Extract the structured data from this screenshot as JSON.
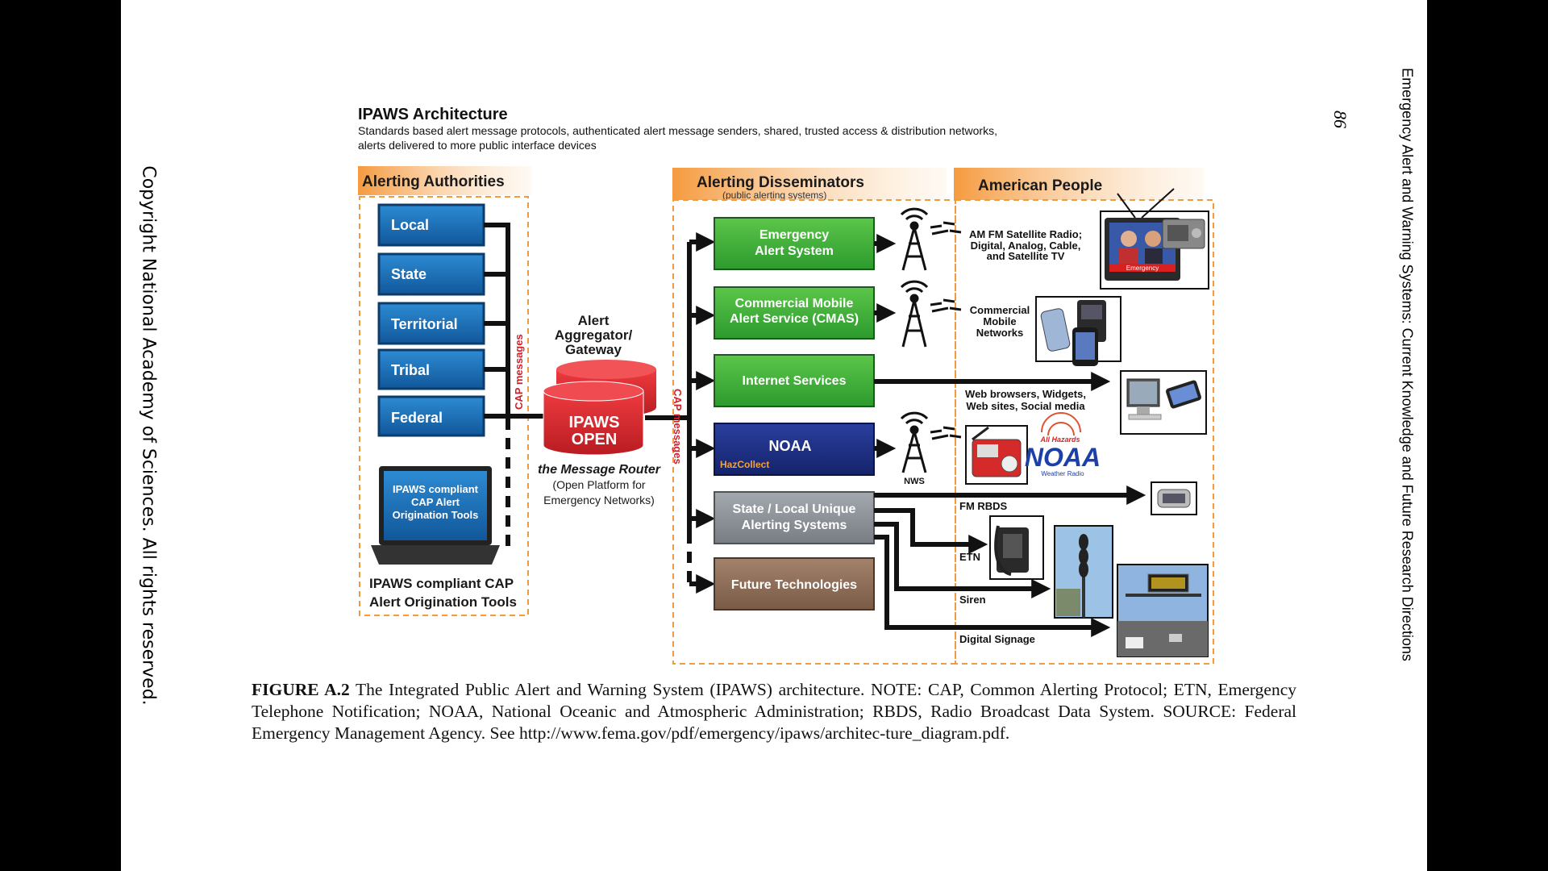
{
  "sidebar_copyright": "Copyright National Academy of Sciences. All rights reserved.",
  "running_head": "Emergency Alert and Warning Systems: Current Knowledge and Future Research Directions",
  "page_number": "86",
  "diagram": {
    "title": "IPAWS Architecture",
    "subtitle_line1": "Standards based alert message protocols, authenticated alert message senders, shared, trusted access & distribution networks,",
    "subtitle_line2": "alerts delivered to more public interface devices",
    "authorities": {
      "header": "Alerting Authorities",
      "items": [
        "Local",
        "State",
        "Territorial",
        "Tribal",
        "Federal"
      ],
      "laptop_label_1": "IPAWS compliant",
      "laptop_label_2": "CAP Alert",
      "laptop_label_3": "Origination Tools",
      "tools_caption_1": "IPAWS compliant CAP",
      "tools_caption_2": "Alert Origination Tools",
      "cap_label": "CAP messages"
    },
    "gateway": {
      "title_1": "Alert",
      "title_2": "Aggregator/",
      "title_3": "Gateway",
      "db_label_1": "IPAWS",
      "db_label_2": "OPEN",
      "router": "the Message Router",
      "router_sub_1": "(Open Platform for",
      "router_sub_2": "Emergency Networks)",
      "cap_label": "CAP messages"
    },
    "disseminators": {
      "header": "Alerting Disseminators",
      "subheader": "(public alerting systems)",
      "eas_1": "Emergency",
      "eas_2": "Alert System",
      "cmas_1": "Commercial Mobile",
      "cmas_2": "Alert Service (CMAS)",
      "internet": "Internet Services",
      "noaa": "NOAA",
      "hazcollect": "HazCollect",
      "state_1": "State / Local Unique",
      "state_2": "Alerting Systems",
      "future": "Future Technologies"
    },
    "people": {
      "header": "American People",
      "radio_1": "AM FM Satellite Radio;",
      "radio_2": "Digital, Analog, Cable,",
      "radio_3": "and Satellite TV",
      "tv_banner": "Emergency",
      "mobile_1": "Commercial",
      "mobile_2": "Mobile",
      "mobile_3": "Networks",
      "web_1": "Web browsers, Widgets,",
      "web_2": "Web sites, Social media",
      "nws": "NWS",
      "noaa_logo_top": "All Hazards",
      "noaa_logo": "NOAA",
      "noaa_logo_sub": "Weather Radio",
      "fm_rbds": "FM RBDS",
      "etn": "ETN",
      "siren": "Siren",
      "signage": "Digital Signage"
    },
    "colors": {
      "orange_header": "#f7a04a",
      "blue_box": "#1a6fb5",
      "green_box": "#3aa838",
      "navy_box": "#1c2f84",
      "gray_box": "#8c9297",
      "brown_box": "#8b6b55",
      "db_red": "#d9252b"
    }
  },
  "caption": {
    "label": "FIGURE A.2",
    "text": " The Integrated Public Alert and Warning System (IPAWS) architecture. NOTE: CAP, Common Alerting Protocol; ETN, Emergency Telephone Notification; NOAA, National Oceanic and Atmospheric Administration; RBDS, Radio Broadcast Data System. SOURCE: Federal Emergency Management Agency. See http://www.fema.gov/pdf/emergency/ipaws/architec-ture_diagram.pdf."
  }
}
